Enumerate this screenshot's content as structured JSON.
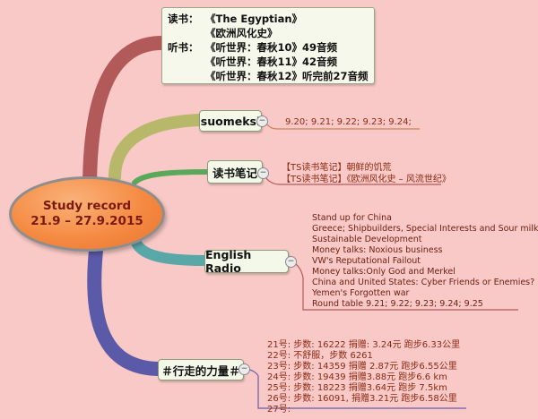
{
  "central": {
    "line1": "Study record",
    "line2": "21.9 – 27.9.2015"
  },
  "reading": {
    "read_label": "读书：",
    "books": [
      "《The Egyptian》",
      "《欧洲风化史》"
    ],
    "listen_label": "听书：",
    "listens": [
      {
        "title": "《听世界：春秋10》",
        "note": "49音频"
      },
      {
        "title": "《听世界：春秋11》",
        "note": "42音频"
      },
      {
        "title": "《听世界：春秋12》",
        "note": "听完前27音频"
      }
    ]
  },
  "suomeksi": {
    "label": "suomeksi",
    "dates": "9.20;  9.21;  9.22; 9.23;  9.24;"
  },
  "notes": {
    "label": "读书笔记",
    "items": [
      "【TS读书笔记】朝鲜的饥荒",
      "【TS读书笔记】《欧洲风化史 – 风流世纪》"
    ]
  },
  "radio": {
    "label": "English Radio",
    "items": [
      "Stand up for China",
      "Greece; Shipbuilders, Special Interests and Sour milk",
      " Sustainable Development",
      " Money talks: Noxious business",
      "VW's Reputational Failout",
      "Money talks:Only God and Merkel",
      "China and United States: Cyber Friends or Enemies?",
      " Yemen's Forgotten war"
    ],
    "round_table": "Round table 9.21;   9.22;  9.23; 9.24;  9.25"
  },
  "walking": {
    "label": "＃行走的力量＃",
    "items": [
      "21号:  步数:  16222    捐赠:  3.24元    跑步6.33公里",
      "22号: 不舒服，步数 6261",
      "23号:  步数:   14359    捐赠 2.87元    跑步6.55公里",
      "24号:  步数:  19439    捐赠3.88元    跑步6.6 km",
      "25号:  步数:  18223    捐赠3.64元    跑步 7.5km",
      "26号:  步数:  16091,    捐赠3.21元       跑步6.58公里",
      "27号:"
    ]
  },
  "collapse_symbol": "−",
  "colors": {
    "background": "#f9c9c7",
    "branch_reading": "#b2595a",
    "branch_suomeksi": "#b8b86a",
    "branch_notes": "#5aa85a",
    "branch_radio": "#5aa7a7",
    "branch_walking": "#5a5aa8",
    "central_fill": "#f58b43"
  }
}
